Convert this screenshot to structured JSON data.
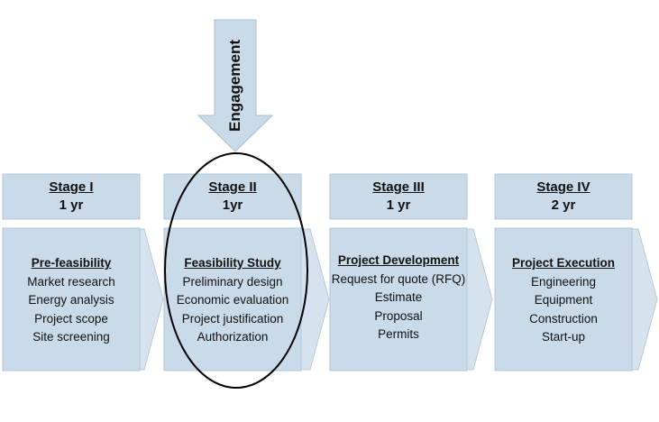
{
  "engagement_label": "Engagement",
  "colors": {
    "box_fill": "#c9dbe8",
    "box_edge": "#b2c6d6",
    "arrow_fill": "#d6e3ee",
    "ellipse_stroke": "#000000"
  },
  "stages": [
    {
      "title": "Stage I",
      "duration": "1 yr",
      "heading": "Pre-feasibility",
      "items": [
        "Market research",
        "Energy analysis",
        "Project scope",
        "Site screening"
      ]
    },
    {
      "title": "Stage II",
      "duration": "1yr",
      "heading": "Feasibility Study",
      "items": [
        "Preliminary design",
        "Economic evaluation",
        "Project justification",
        "Authorization"
      ]
    },
    {
      "title": "Stage III",
      "duration": "1 yr",
      "heading": "Project Development",
      "items": [
        "Request for quote (RFQ)",
        "Estimate",
        "Proposal",
        "Permits"
      ]
    },
    {
      "title": "Stage IV",
      "duration": "2 yr",
      "heading": "Project Execution",
      "items": [
        "Engineering",
        "Equipment",
        "Construction",
        "Start-up"
      ]
    }
  ]
}
